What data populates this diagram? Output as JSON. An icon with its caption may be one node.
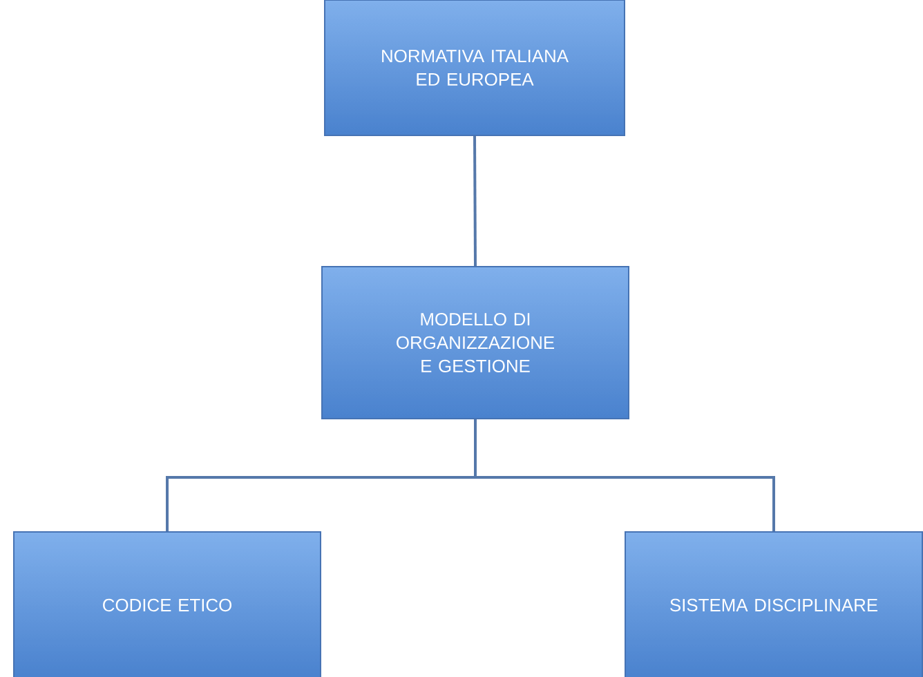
{
  "diagram": {
    "nodes": [
      {
        "text": [
          "NORMATIVA ITALIANA ED EUROPEA"
        ]
      },
      {
        "text": [
          "MODELLO DI ORGANIZZAZIONE E GESTIONE"
        ]
      },
      {
        "text": [
          "CODICE ETICO"
        ]
      },
      {
        "text": [
          "SISTEMA DISCIPLINARE"
        ]
      }
    ],
    "edges": [
      {
        "from": 0,
        "to": 1,
        "arrow": "none"
      },
      {
        "from": 1,
        "to": 2,
        "arrow": "none"
      },
      {
        "from": 1,
        "to": 3,
        "arrow": "none"
      }
    ]
  }
}
